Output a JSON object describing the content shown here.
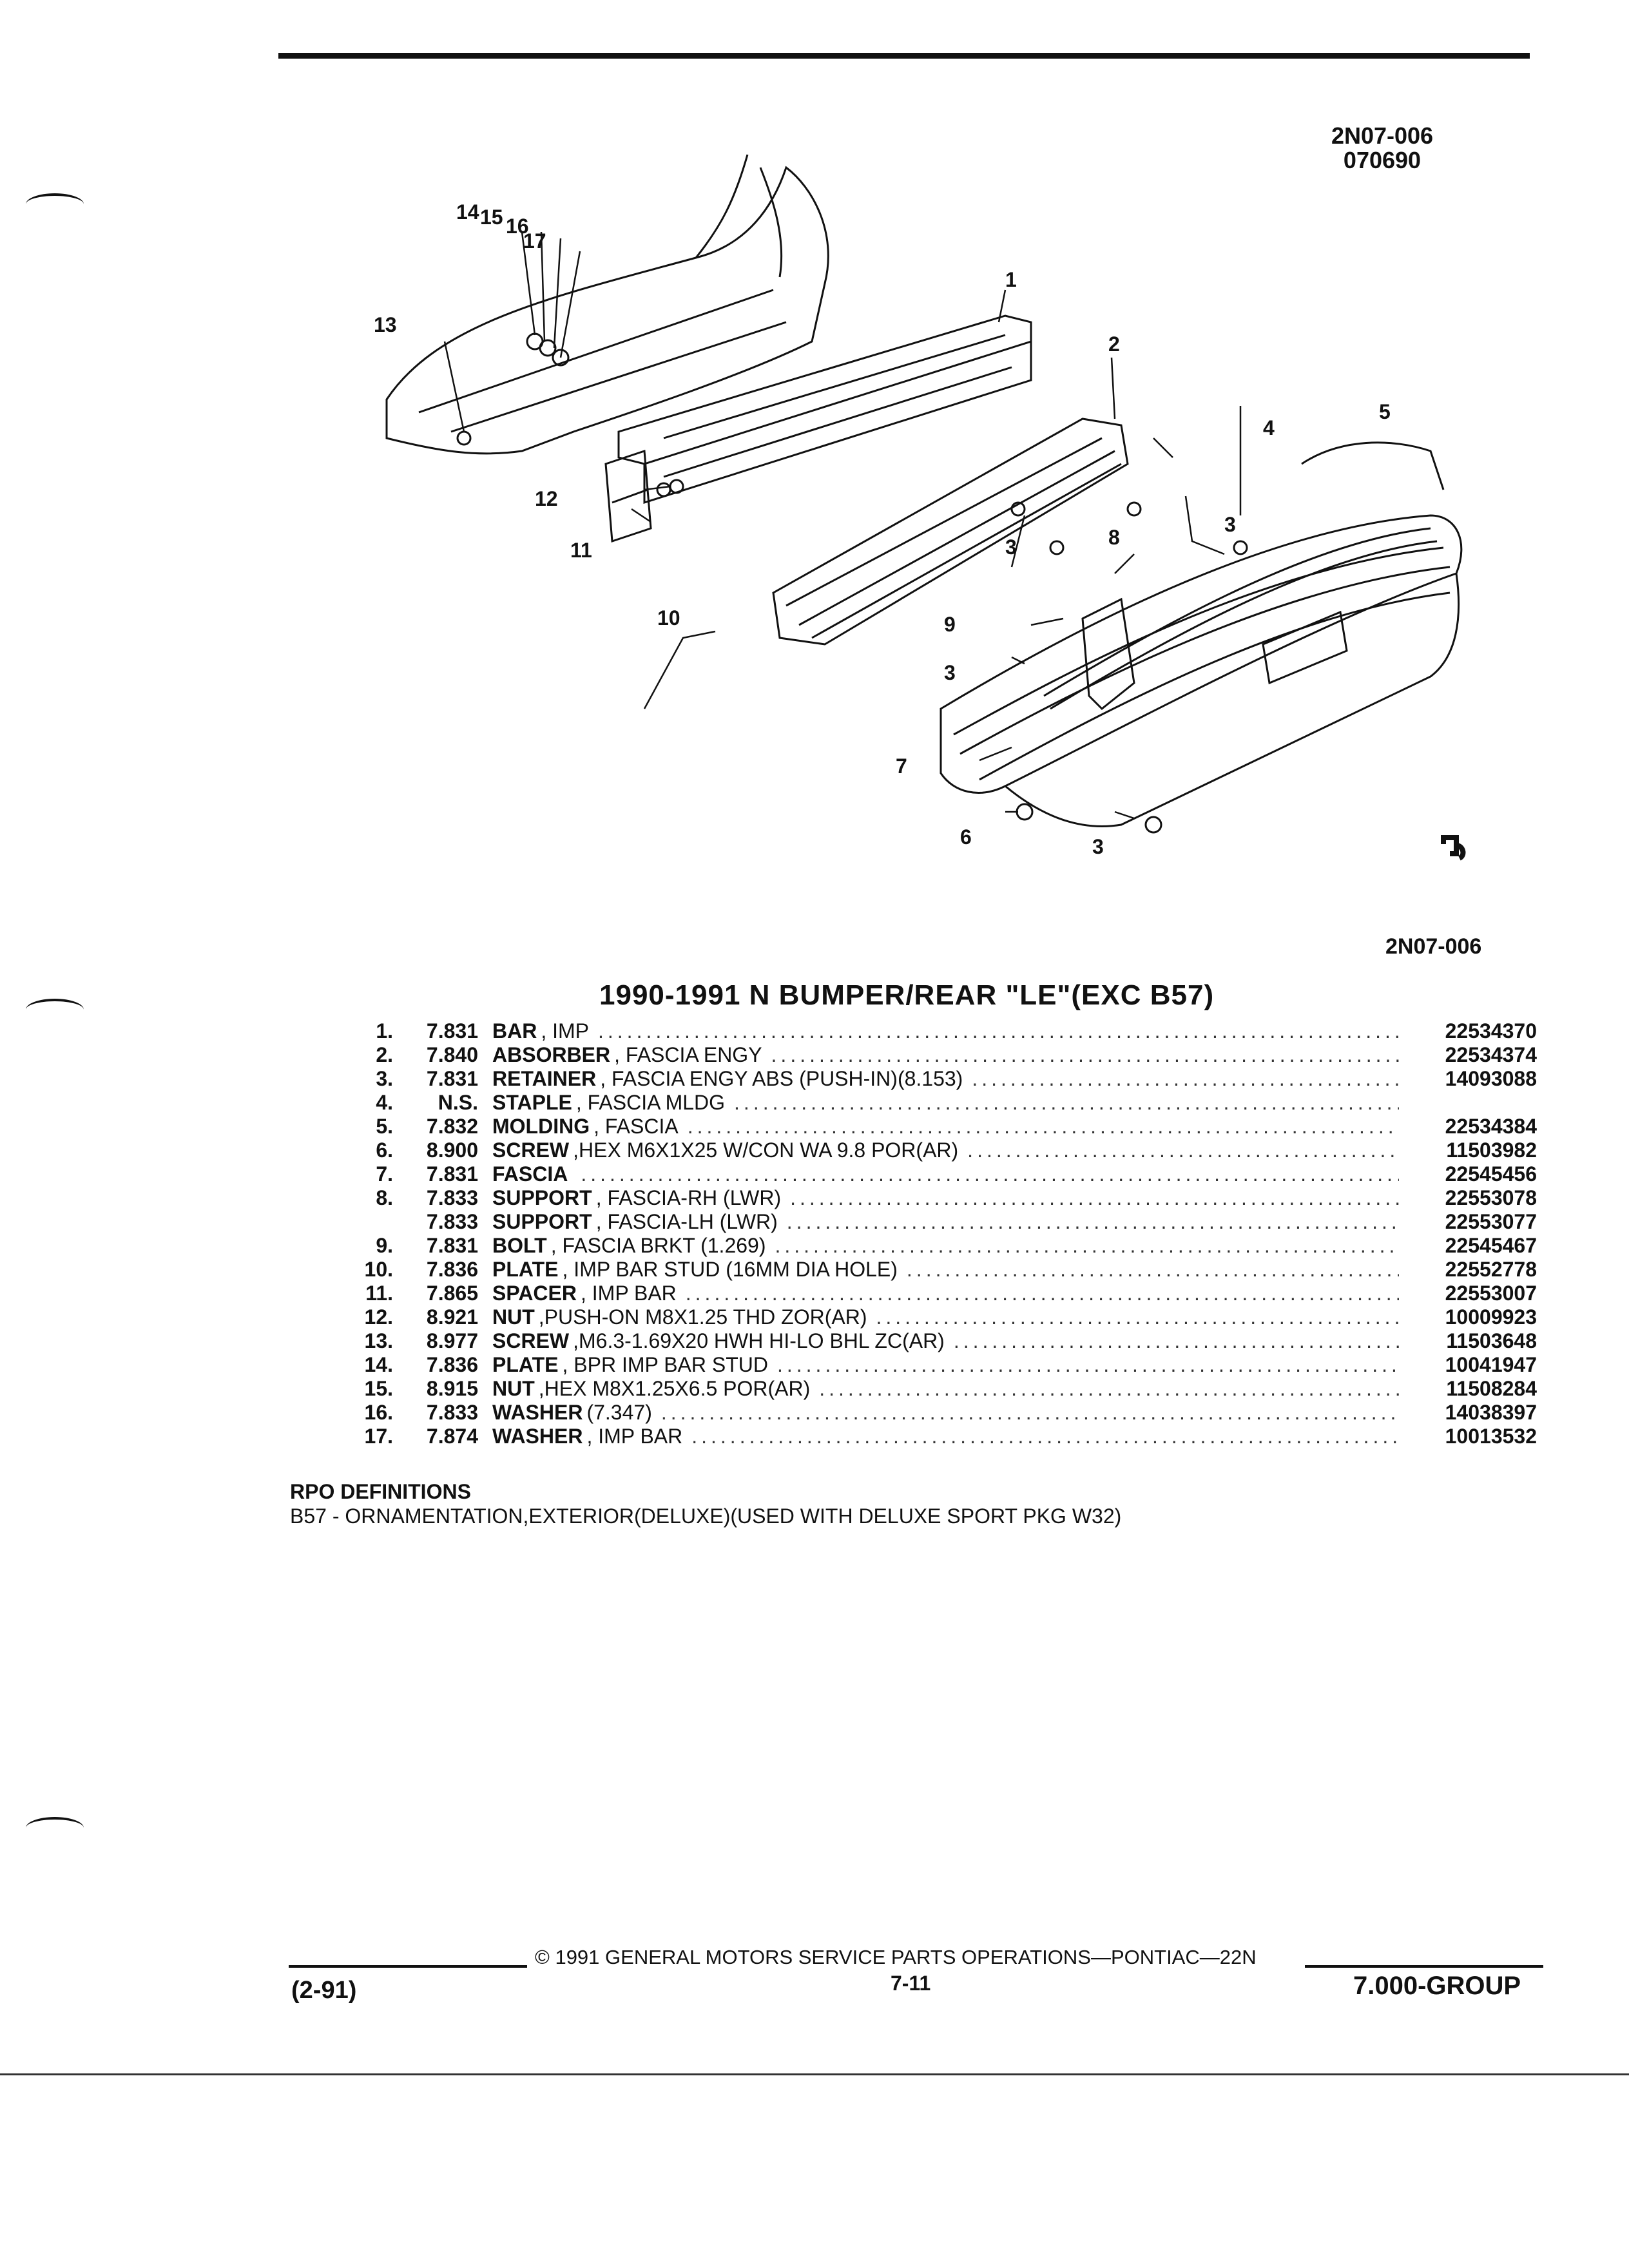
{
  "header": {
    "figure_code": "2N07-006",
    "figure_date": "070690"
  },
  "diagram": {
    "callouts": [
      "1",
      "2",
      "3",
      "4",
      "5",
      "6",
      "7",
      "8",
      "9",
      "10",
      "11",
      "12",
      "13",
      "14",
      "15",
      "16",
      "17"
    ],
    "figure_ref": "2N07-006"
  },
  "title": "1990-1991 N BUMPER/REAR \"LE\"(EXC B57)",
  "parts": [
    {
      "num": "1.",
      "illus": "7.831",
      "name": "BAR",
      "detail": ", IMP",
      "part": "22534370"
    },
    {
      "num": "2.",
      "illus": "7.840",
      "name": "ABSORBER",
      "detail": ", FASCIA ENGY",
      "part": "22534374"
    },
    {
      "num": "3.",
      "illus": "7.831",
      "name": "RETAINER",
      "detail": ", FASCIA ENGY ABS (PUSH-IN)(8.153)",
      "part": "14093088"
    },
    {
      "num": "4.",
      "illus": "N.S.",
      "name": "STAPLE",
      "detail": ", FASCIA MLDG",
      "part": ""
    },
    {
      "num": "5.",
      "illus": "7.832",
      "name": "MOLDING",
      "detail": ", FASCIA",
      "part": "22534384"
    },
    {
      "num": "6.",
      "illus": "8.900",
      "name": "SCREW",
      "detail": ",HEX M6X1X25 W/CON WA 9.8 POR(AR)",
      "part": "11503982"
    },
    {
      "num": "7.",
      "illus": "7.831",
      "name": "FASCIA",
      "detail": "",
      "part": "22545456"
    },
    {
      "num": "8.",
      "illus": "7.833",
      "name": "SUPPORT",
      "detail": ", FASCIA-RH (LWR)",
      "part": "22553078"
    },
    {
      "num": "",
      "illus": "7.833",
      "name": "SUPPORT",
      "detail": ", FASCIA-LH (LWR)",
      "part": "22553077"
    },
    {
      "num": "9.",
      "illus": "7.831",
      "name": "BOLT",
      "detail": ", FASCIA BRKT (1.269)",
      "part": "22545467"
    },
    {
      "num": "10.",
      "illus": "7.836",
      "name": "PLATE",
      "detail": ", IMP BAR STUD (16MM DIA HOLE)",
      "part": "22552778"
    },
    {
      "num": "11.",
      "illus": "7.865",
      "name": "SPACER",
      "detail": ", IMP BAR",
      "part": "22553007"
    },
    {
      "num": "12.",
      "illus": "8.921",
      "name": "NUT",
      "detail": ",PUSH-ON M8X1.25 THD ZOR(AR)",
      "part": "10009923"
    },
    {
      "num": "13.",
      "illus": "8.977",
      "name": "SCREW",
      "detail": ",M6.3-1.69X20 HWH HI-LO BHL ZC(AR)",
      "part": "11503648"
    },
    {
      "num": "14.",
      "illus": "7.836",
      "name": "PLATE",
      "detail": ", BPR IMP BAR STUD",
      "part": "10041947"
    },
    {
      "num": "15.",
      "illus": "8.915",
      "name": "NUT",
      "detail": ",HEX M8X1.25X6.5 POR(AR)",
      "part": "11508284"
    },
    {
      "num": "16.",
      "illus": "7.833",
      "name": "WASHER",
      "detail": "(7.347)",
      "part": "14038397"
    },
    {
      "num": "17.",
      "illus": "7.874",
      "name": "WASHER",
      "detail": ", IMP BAR",
      "part": "10013532"
    }
  ],
  "rpo": {
    "heading": "RPO DEFINITIONS",
    "definition": "B57 - ORNAMENTATION,EXTERIOR(DELUXE)(USED WITH DELUXE SPORT PKG W32)"
  },
  "footer": {
    "copyright": "© 1991 GENERAL MOTORS SERVICE PARTS OPERATIONS—PONTIAC—22N",
    "date_code": "(2-91)",
    "page": "7-11",
    "group": "7.000-GROUP"
  }
}
